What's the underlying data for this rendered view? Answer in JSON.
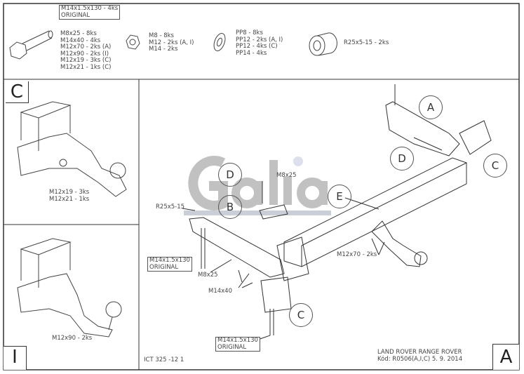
{
  "parts": {
    "bolt_original": [
      "M14x1.5x130 - 4ks",
      "ORIGINAL"
    ],
    "bolts": [
      "M8x25 - 8ks",
      "M14x40 - 4ks",
      "M12x70 - 2ks (A)",
      "M12x90 - 2ks (I)",
      "M12x19 - 3ks (C)",
      "M12x21 - 1ks (C)"
    ],
    "nuts": [
      "M8 - 8ks",
      "M12 - 2ks (A, I)",
      "M14 - 2ks"
    ],
    "washers": [
      "PP8 - 8ks",
      "PP12 - 2ks (A, I)",
      "PP12 - 4ks (C)",
      "PP14 - 4ks"
    ],
    "spacer": "R25x5-15 - 2ks"
  },
  "panel_c": {
    "label": "C",
    "notes": [
      "M12x19 - 3ks",
      "M12x21 - 1ks"
    ]
  },
  "panel_i": {
    "label": "I",
    "notes": [
      "M12x90 - 2ks"
    ]
  },
  "main": {
    "label": "A",
    "callouts": {
      "a": "A",
      "d_right": "D",
      "c_right": "C",
      "e": "E",
      "d_left": "D",
      "b": "B",
      "c_bottom": "C"
    },
    "notes": {
      "m8x25_top": "M8x25",
      "r25": "R25x5-15",
      "orig1": [
        "M14x1.5x130",
        "ORIGINAL"
      ],
      "m8x25_low": "M8x25",
      "m14x40": "M14x40",
      "m12x70": "M12x70 - 2ks",
      "orig2": [
        "M14x1.5x130",
        "ORIGINAL"
      ]
    },
    "logo": "Galia",
    "drawing_no": "ICT 325 -12 1",
    "vehicle": "LAND ROVER RANGE ROVER",
    "code": "Kód: R0506(A,I,C)  5. 9. 2014"
  }
}
